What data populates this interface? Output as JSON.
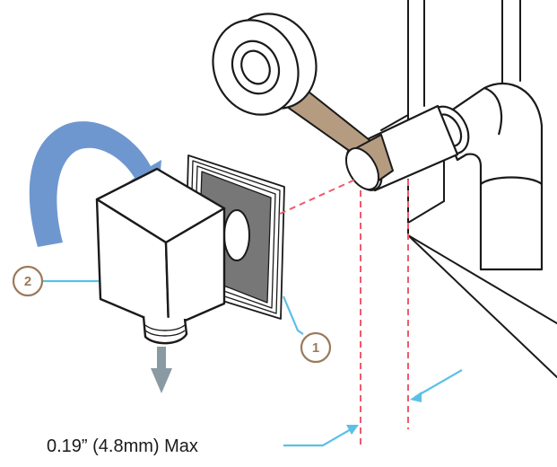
{
  "callouts": {
    "step_1": "1",
    "step_2": "2"
  },
  "dimension_label": "0.19” (4.8mm) Max",
  "colors": {
    "outline": "#1a1a1a",
    "tape": "#b59b80",
    "rotate_arrow": "#6f97cf",
    "flow_arrow": "#8a9aa3",
    "leader": "#5bc0e8",
    "callout_ring": "#9a7a5c",
    "guide_line": "#ef5b6b"
  },
  "icons": {
    "rotation": "clockwise-curved-arrow-icon",
    "water_flow": "down-arrow-icon"
  }
}
